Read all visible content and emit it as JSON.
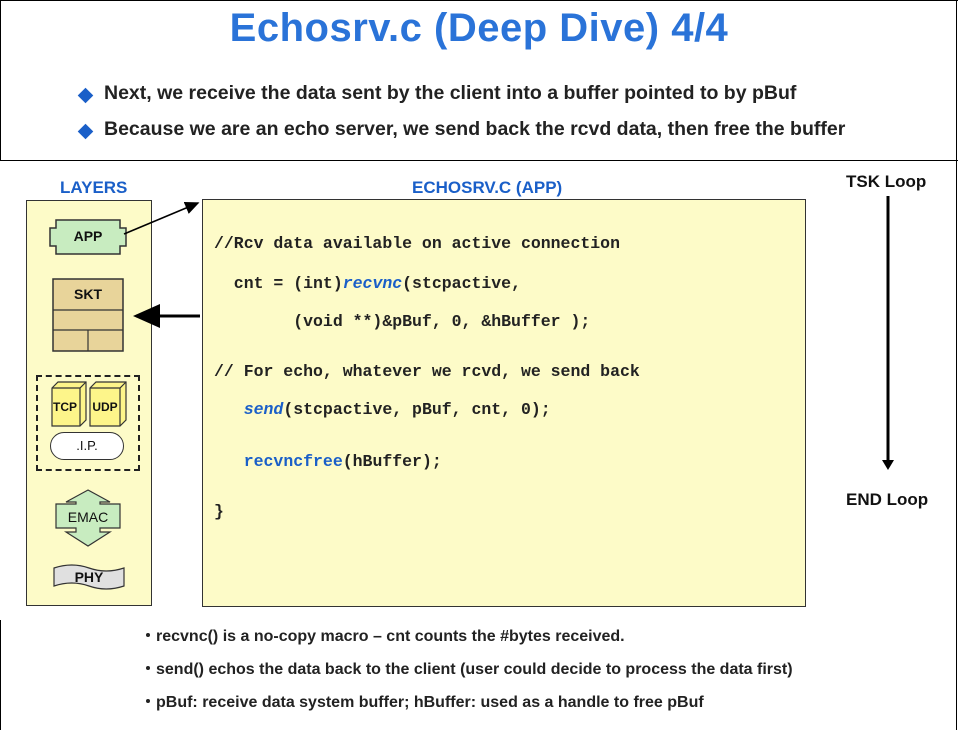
{
  "title": "Echosrv.c (Deep Dive) 4/4",
  "bullets": [
    "Next, we receive the data sent by the client into a buffer pointed to by pBuf",
    "Because we are an echo server, we send back the rcvd data, then free the buffer"
  ],
  "layers": {
    "header": "LAYERS",
    "app": "APP",
    "skt": "SKT",
    "tcp": "TCP",
    "udp": "UDP",
    "ip": ".I.P.",
    "emac": "EMAC",
    "phy": "PHY"
  },
  "app_panel": {
    "header": "ECHOSRV.C (APP)",
    "code": {
      "l1": "//Rcv data available on active connection",
      "l2_pre": "  cnt = (int)",
      "l2_fn": "recvnc",
      "l2_post": "(stcpactive,",
      "l3": "        (void **)&pBuf, 0, &hBuffer );",
      "l4": "// For echo, whatever we rcvd, we send back",
      "l5_pre": "   ",
      "l5_fn": "send",
      "l5_post": "(stcpactive, pBuf, cnt, 0);",
      "l6_pre": "   ",
      "l6_fn": "recvncfree",
      "l6_post": "(hBuffer);",
      "l7": "}"
    }
  },
  "loop": {
    "start": "TSK Loop",
    "end": "END Loop"
  },
  "notes": [
    "recvnc() is a no-copy macro – cnt counts the #bytes received.",
    "send() echos the data back to the client (user could decide to process the data first)",
    "pBuf:  receive data system buffer;  hBuffer: used as a handle to free pBuf"
  ],
  "colors": {
    "title": "#2a73d8",
    "accent": "#1a5fc8",
    "panel": "#fdfbc8",
    "app_box": "#c8ecc0",
    "skt_box": "#e8d49a",
    "tcp_box": "#fdf58a"
  }
}
